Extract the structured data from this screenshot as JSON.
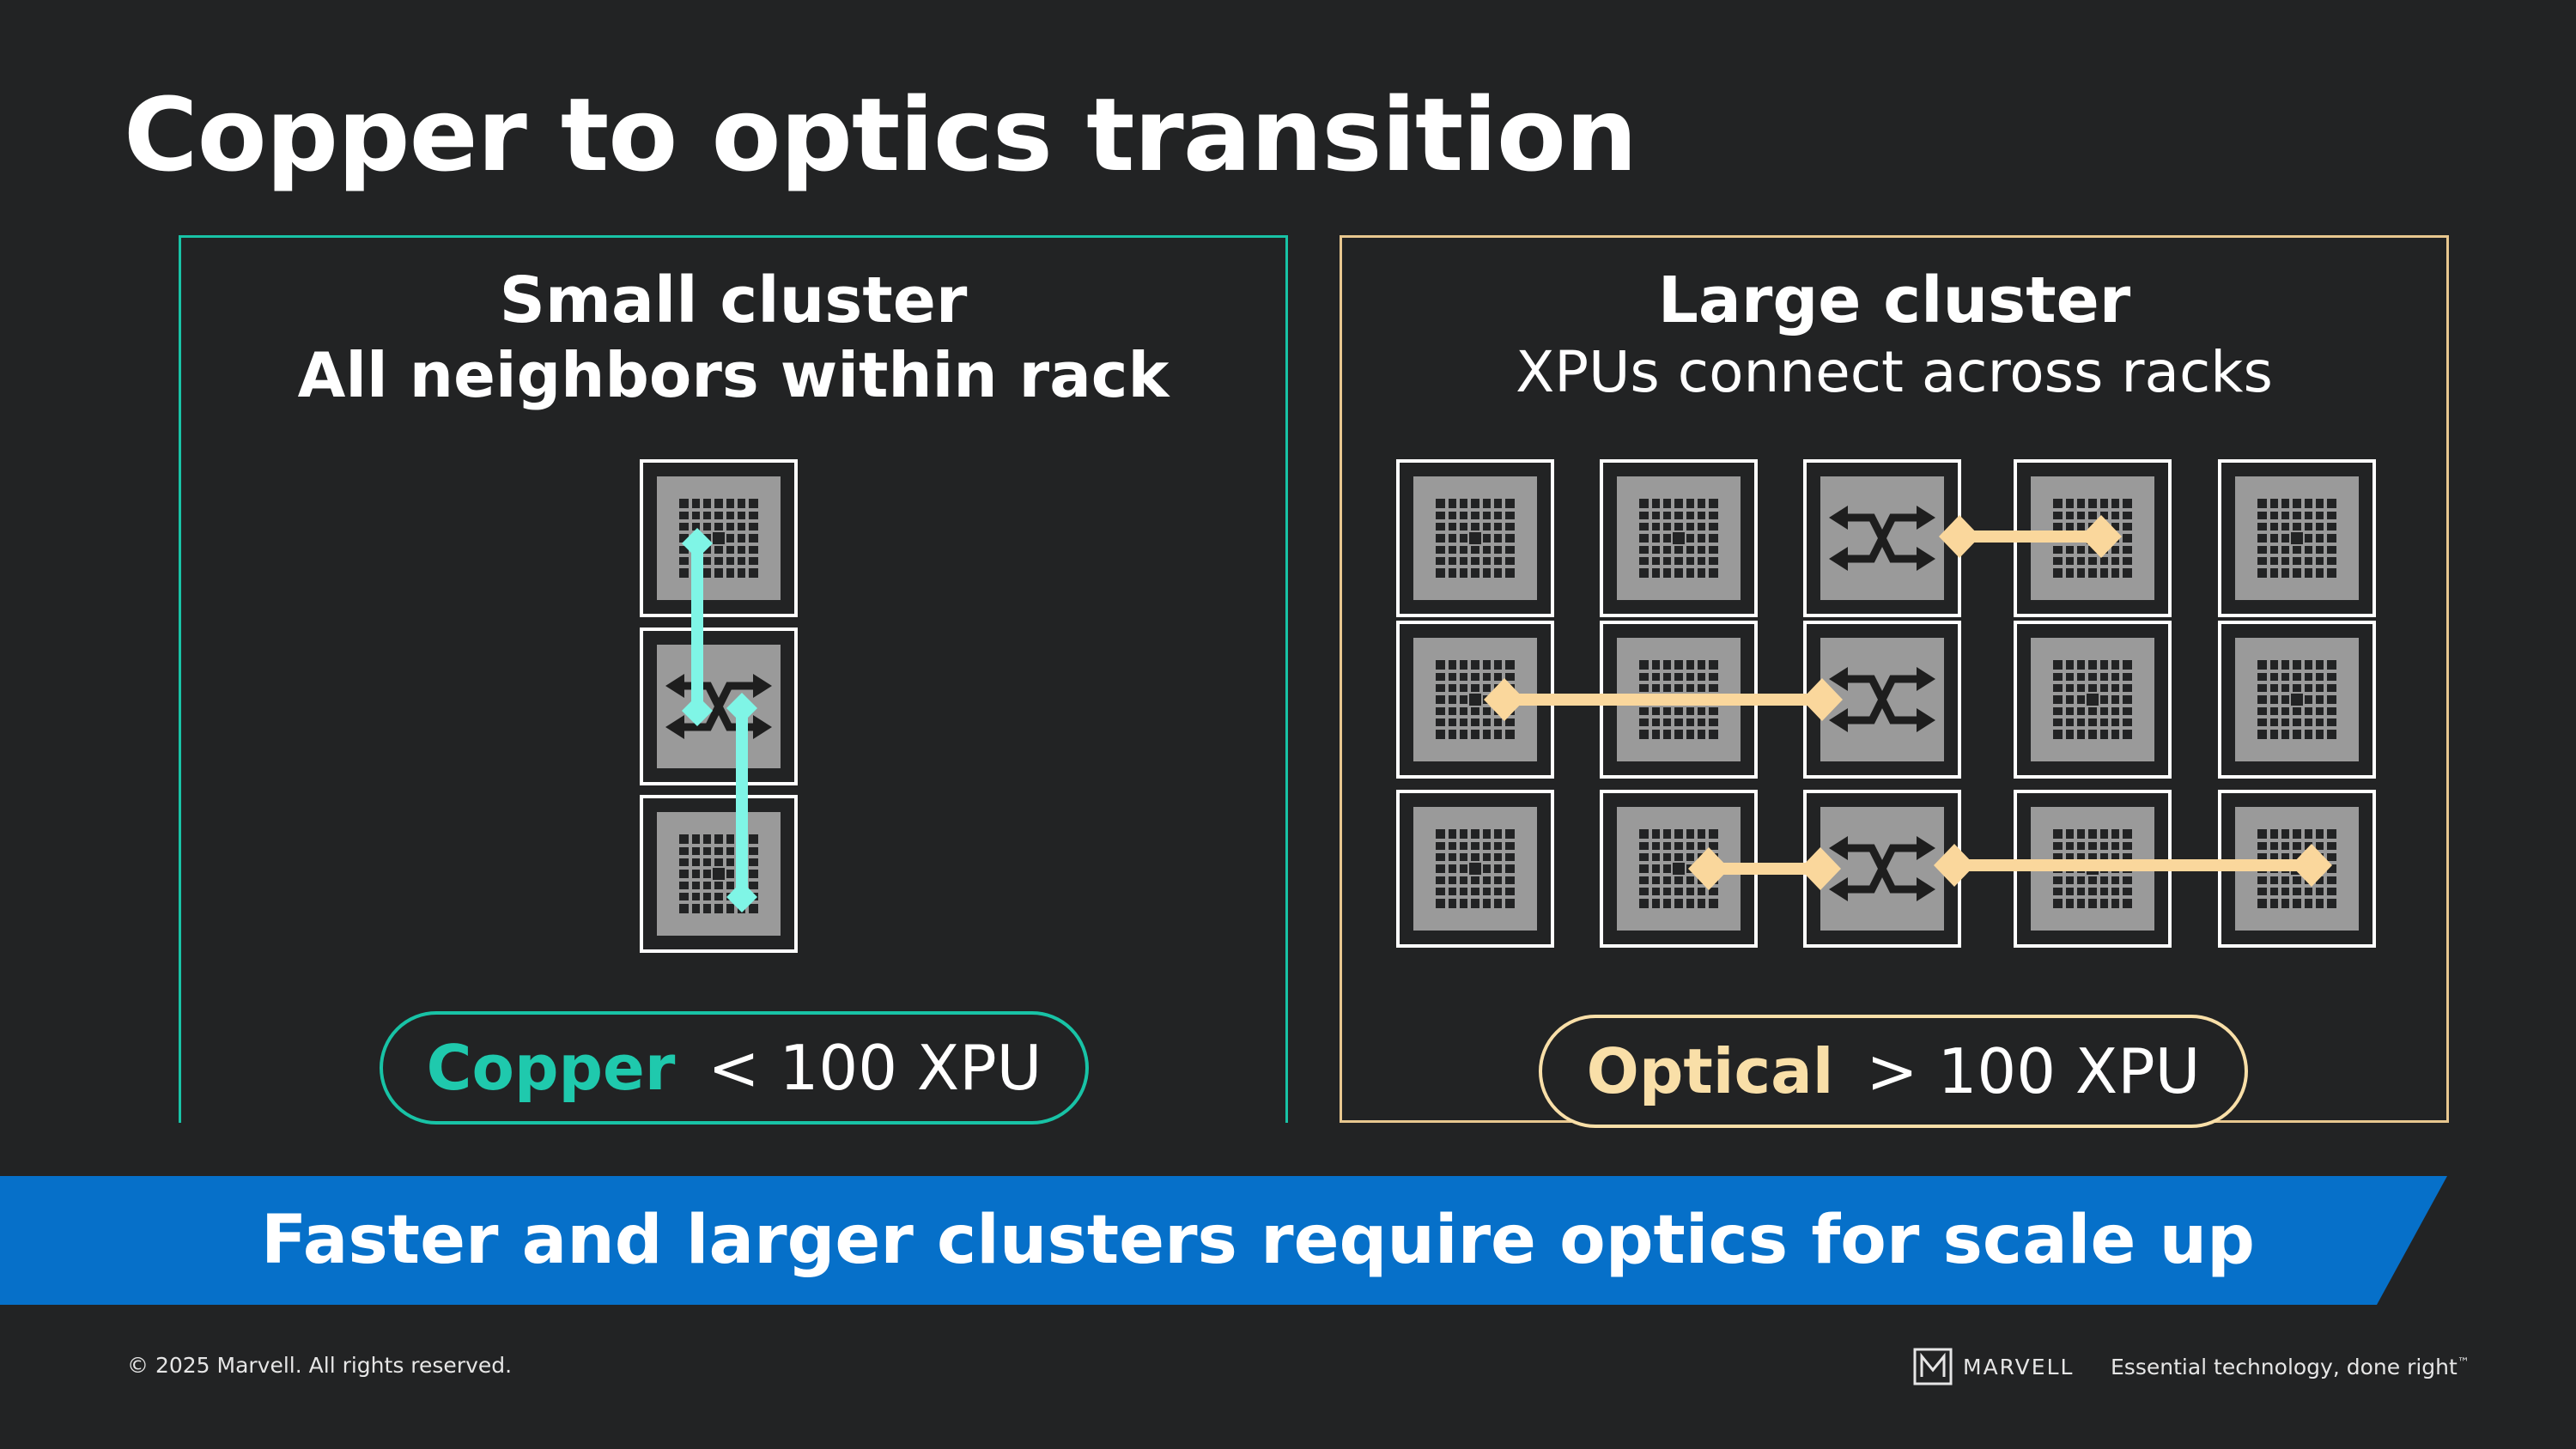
{
  "slide": {
    "title": "Copper to optics transition"
  },
  "small_cluster": {
    "title": "Small cluster",
    "subtitle": "All neighbors within rack",
    "pill_keyword": "Copper",
    "pill_value": "< 100 XPU"
  },
  "large_cluster": {
    "title": "Large cluster",
    "subtitle": "XPUs connect across racks",
    "pill_keyword": "Optical",
    "pill_value": "> 100 XPU"
  },
  "banner": {
    "text": "Faster and larger clusters require optics for scale up"
  },
  "footer": {
    "copyright": "© 2025 Marvell. All rights reserved.",
    "brand": "MARVELL",
    "tagline": "Essential technology, done right",
    "trademark": "™"
  },
  "colors": {
    "background": "#222324",
    "copper_accent": "#18c3a6",
    "copper_link": "#7ff5e6",
    "optical_accent": "#e8c78f",
    "optical_link": "#fad79c",
    "banner": "#0670c9",
    "chip_gray": "#9a9a9a"
  },
  "icons": {
    "compute_node": "xpu-chip-icon",
    "switch_node": "switch-arrows-icon",
    "logo": "marvell-logo-icon"
  }
}
